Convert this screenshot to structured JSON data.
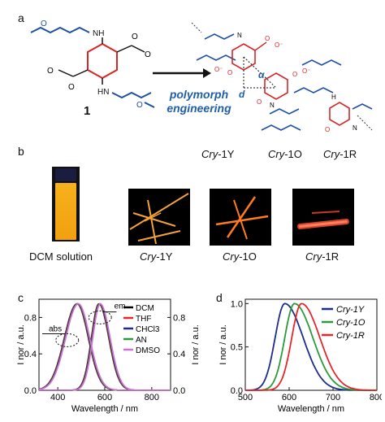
{
  "panel_a": {
    "letter": "a",
    "molecule_label": "1",
    "arrow_text_line1": "polymorph",
    "arrow_text_line2": "engineering",
    "distance_symbol": "d",
    "angle_symbol": "α"
  },
  "panel_b": {
    "letter": "b",
    "crystal_labels_top": [
      {
        "italic": "Cry",
        "suffix": "-1Y"
      },
      {
        "italic": "Cry",
        "suffix": "-1O"
      },
      {
        "italic": "Cry",
        "suffix": "-1R"
      }
    ],
    "photos": [
      {
        "caption_plain": "DCM solution"
      },
      {
        "caption_italic": "Cry",
        "caption_suffix": "-1Y"
      },
      {
        "caption_italic": "Cry",
        "caption_suffix": "-1O"
      },
      {
        "caption_italic": "Cry",
        "caption_suffix": "-1R"
      }
    ],
    "colors": {
      "yellow": "#f0a030",
      "orange": "#ff7a20",
      "red": "#e84020"
    }
  },
  "panel_c": {
    "letter": "c",
    "chart_data": {
      "type": "line",
      "xlabel": "Wavelength / nm",
      "ylabel_left": "I nor / a.u.",
      "ylabel_right": "I nor / a.u.",
      "xlim": [
        320,
        880
      ],
      "ylim": [
        0,
        1.0
      ],
      "xticks": [
        400,
        600,
        800
      ],
      "yticks": [
        0.0,
        0.4,
        0.8
      ],
      "annotations": [
        "abs",
        "em"
      ],
      "legend": [
        {
          "name": "DCM",
          "color": "#000000"
        },
        {
          "name": "THF",
          "color": "#e8262a"
        },
        {
          "name": "CHCl3",
          "color": "#1c2d8c"
        },
        {
          "name": "AN",
          "color": "#2a9a3a"
        },
        {
          "name": "DMSO",
          "color": "#d36fd8"
        }
      ],
      "series": [
        {
          "name": "abs",
          "peak": 485,
          "width": 48,
          "values_note": "absorption"
        },
        {
          "name": "em",
          "peak": 578,
          "width": 32,
          "values_note": "emission"
        }
      ]
    }
  },
  "panel_d": {
    "letter": "d",
    "chart_data": {
      "type": "line",
      "xlabel": "Wavelength / nm",
      "ylabel": "I nor / a.u.",
      "xlim": [
        500,
        800
      ],
      "ylim": [
        0,
        1.05
      ],
      "xticks": [
        500,
        600,
        700,
        800
      ],
      "yticks": [
        0.0,
        0.5,
        1.0
      ],
      "series": [
        {
          "name": "Cry-1Y",
          "color": "#1c2d8c",
          "peak": 590
        },
        {
          "name": "Cry-1O",
          "color": "#2a9a3a",
          "peak": 612
        },
        {
          "name": "Cry-1R",
          "color": "#e8262a",
          "peak": 628
        }
      ]
    }
  }
}
